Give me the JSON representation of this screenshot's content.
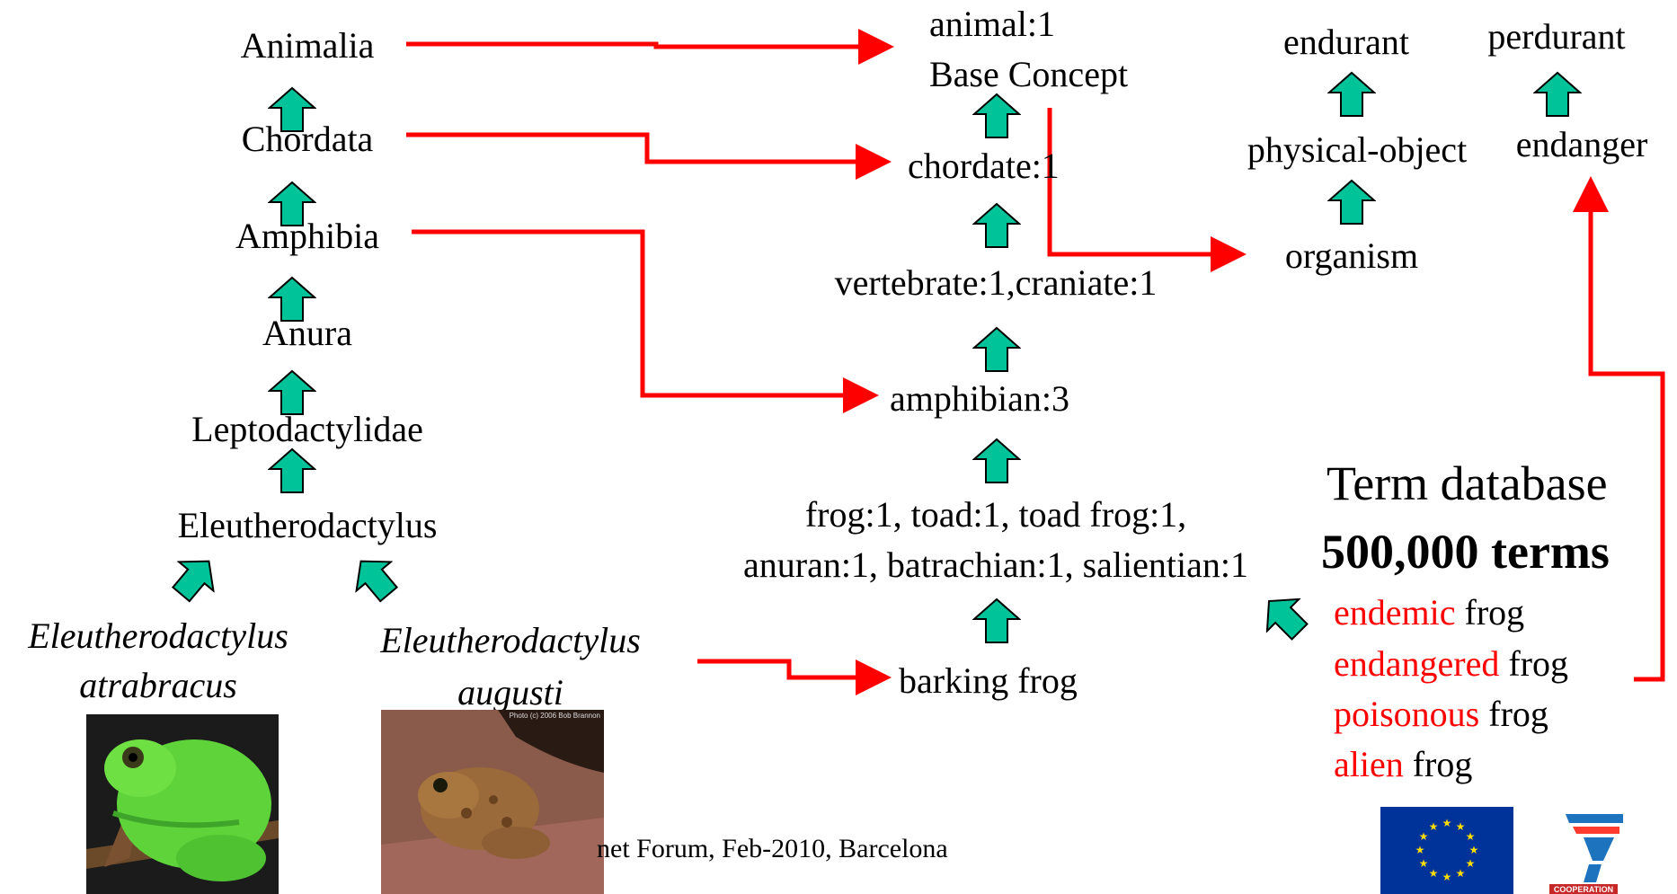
{
  "taxonomy": {
    "animalia": "Animalia",
    "chordata": "Chordata",
    "amphibia": "Amphibia",
    "anura": "Anura",
    "leptodactylidae": "Leptodactylidae",
    "eleutherodactylus": "Eleutherodactylus",
    "species_a_line1": "Eleutherodactylus",
    "species_a_line2": "atrabracus",
    "species_b_line1": "Eleutherodactylus",
    "species_b_line2": "augusti"
  },
  "wordnet": {
    "animal": "animal:1",
    "base_concept": "Base Concept",
    "chordate": "chordate:1",
    "vertebrate": "vertebrate:1,craniate:1",
    "amphibian": "amphibian:3",
    "frog_line1": "frog:1, toad:1, toad frog:1,",
    "frog_line2": "anuran:1, batrachian:1, salientian:1",
    "barking_frog": "barking frog"
  },
  "ontology": {
    "endurant": "endurant",
    "perdurant": "perdurant",
    "physical_object": "physical-object",
    "endanger": "endanger",
    "organism": "organism"
  },
  "term_db": {
    "title": "Term database",
    "count": "500,000 terms",
    "terms": [
      {
        "mod": "endemic",
        "head": " frog"
      },
      {
        "mod": "endangered",
        "head": " frog"
      },
      {
        "mod": "poisonous",
        "head": " frog"
      },
      {
        "mod": "alien",
        "head": " frog"
      }
    ]
  },
  "footer": {
    "text": "net Forum, Feb-2010, Barcelona",
    "photo_credit": "Photo (c) 2006 Bob Brannon"
  },
  "colors": {
    "link_red": "#ff0000",
    "arrow_teal": "#00c39a",
    "eu_blue": "#003399",
    "eu_star": "#ffdd00",
    "fp7_blue": "#1e73be"
  }
}
